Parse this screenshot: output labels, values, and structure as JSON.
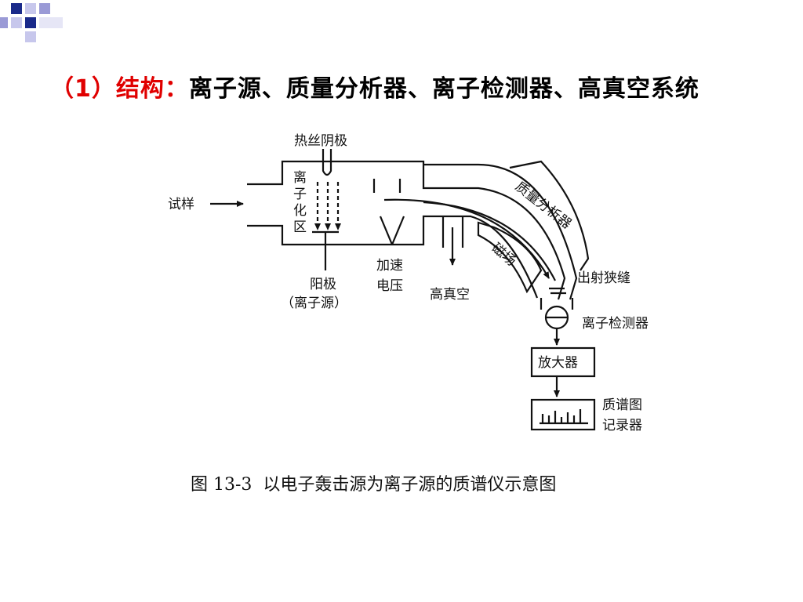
{
  "heading": {
    "lead": "（1）结构：",
    "rest": "离子源、质量分析器、离子检测器、高真空系统"
  },
  "diagram": {
    "labels": {
      "filament": "热丝阴极",
      "sample": "试样",
      "ionization_zone": [
        "离",
        "子",
        "化",
        "区"
      ],
      "anode": "阳极",
      "anode_sub": "（离子源）",
      "accel": [
        "加速",
        "电压"
      ],
      "vacuum": "高真空",
      "analyzer": "质量分析器",
      "magnet": "磁场",
      "slit": "出射狭缝",
      "detector": "离子检测器",
      "amplifier": "放大器",
      "recorder": [
        "质谱图",
        "记录器"
      ]
    }
  },
  "caption": "图 13-3  以电子轰击源为离子源的质谱仪示意图",
  "colors": {
    "accent_red": "#e00000",
    "deco_navy": "#1a2a8a",
    "deco_lavender": "#9a9ad6"
  }
}
